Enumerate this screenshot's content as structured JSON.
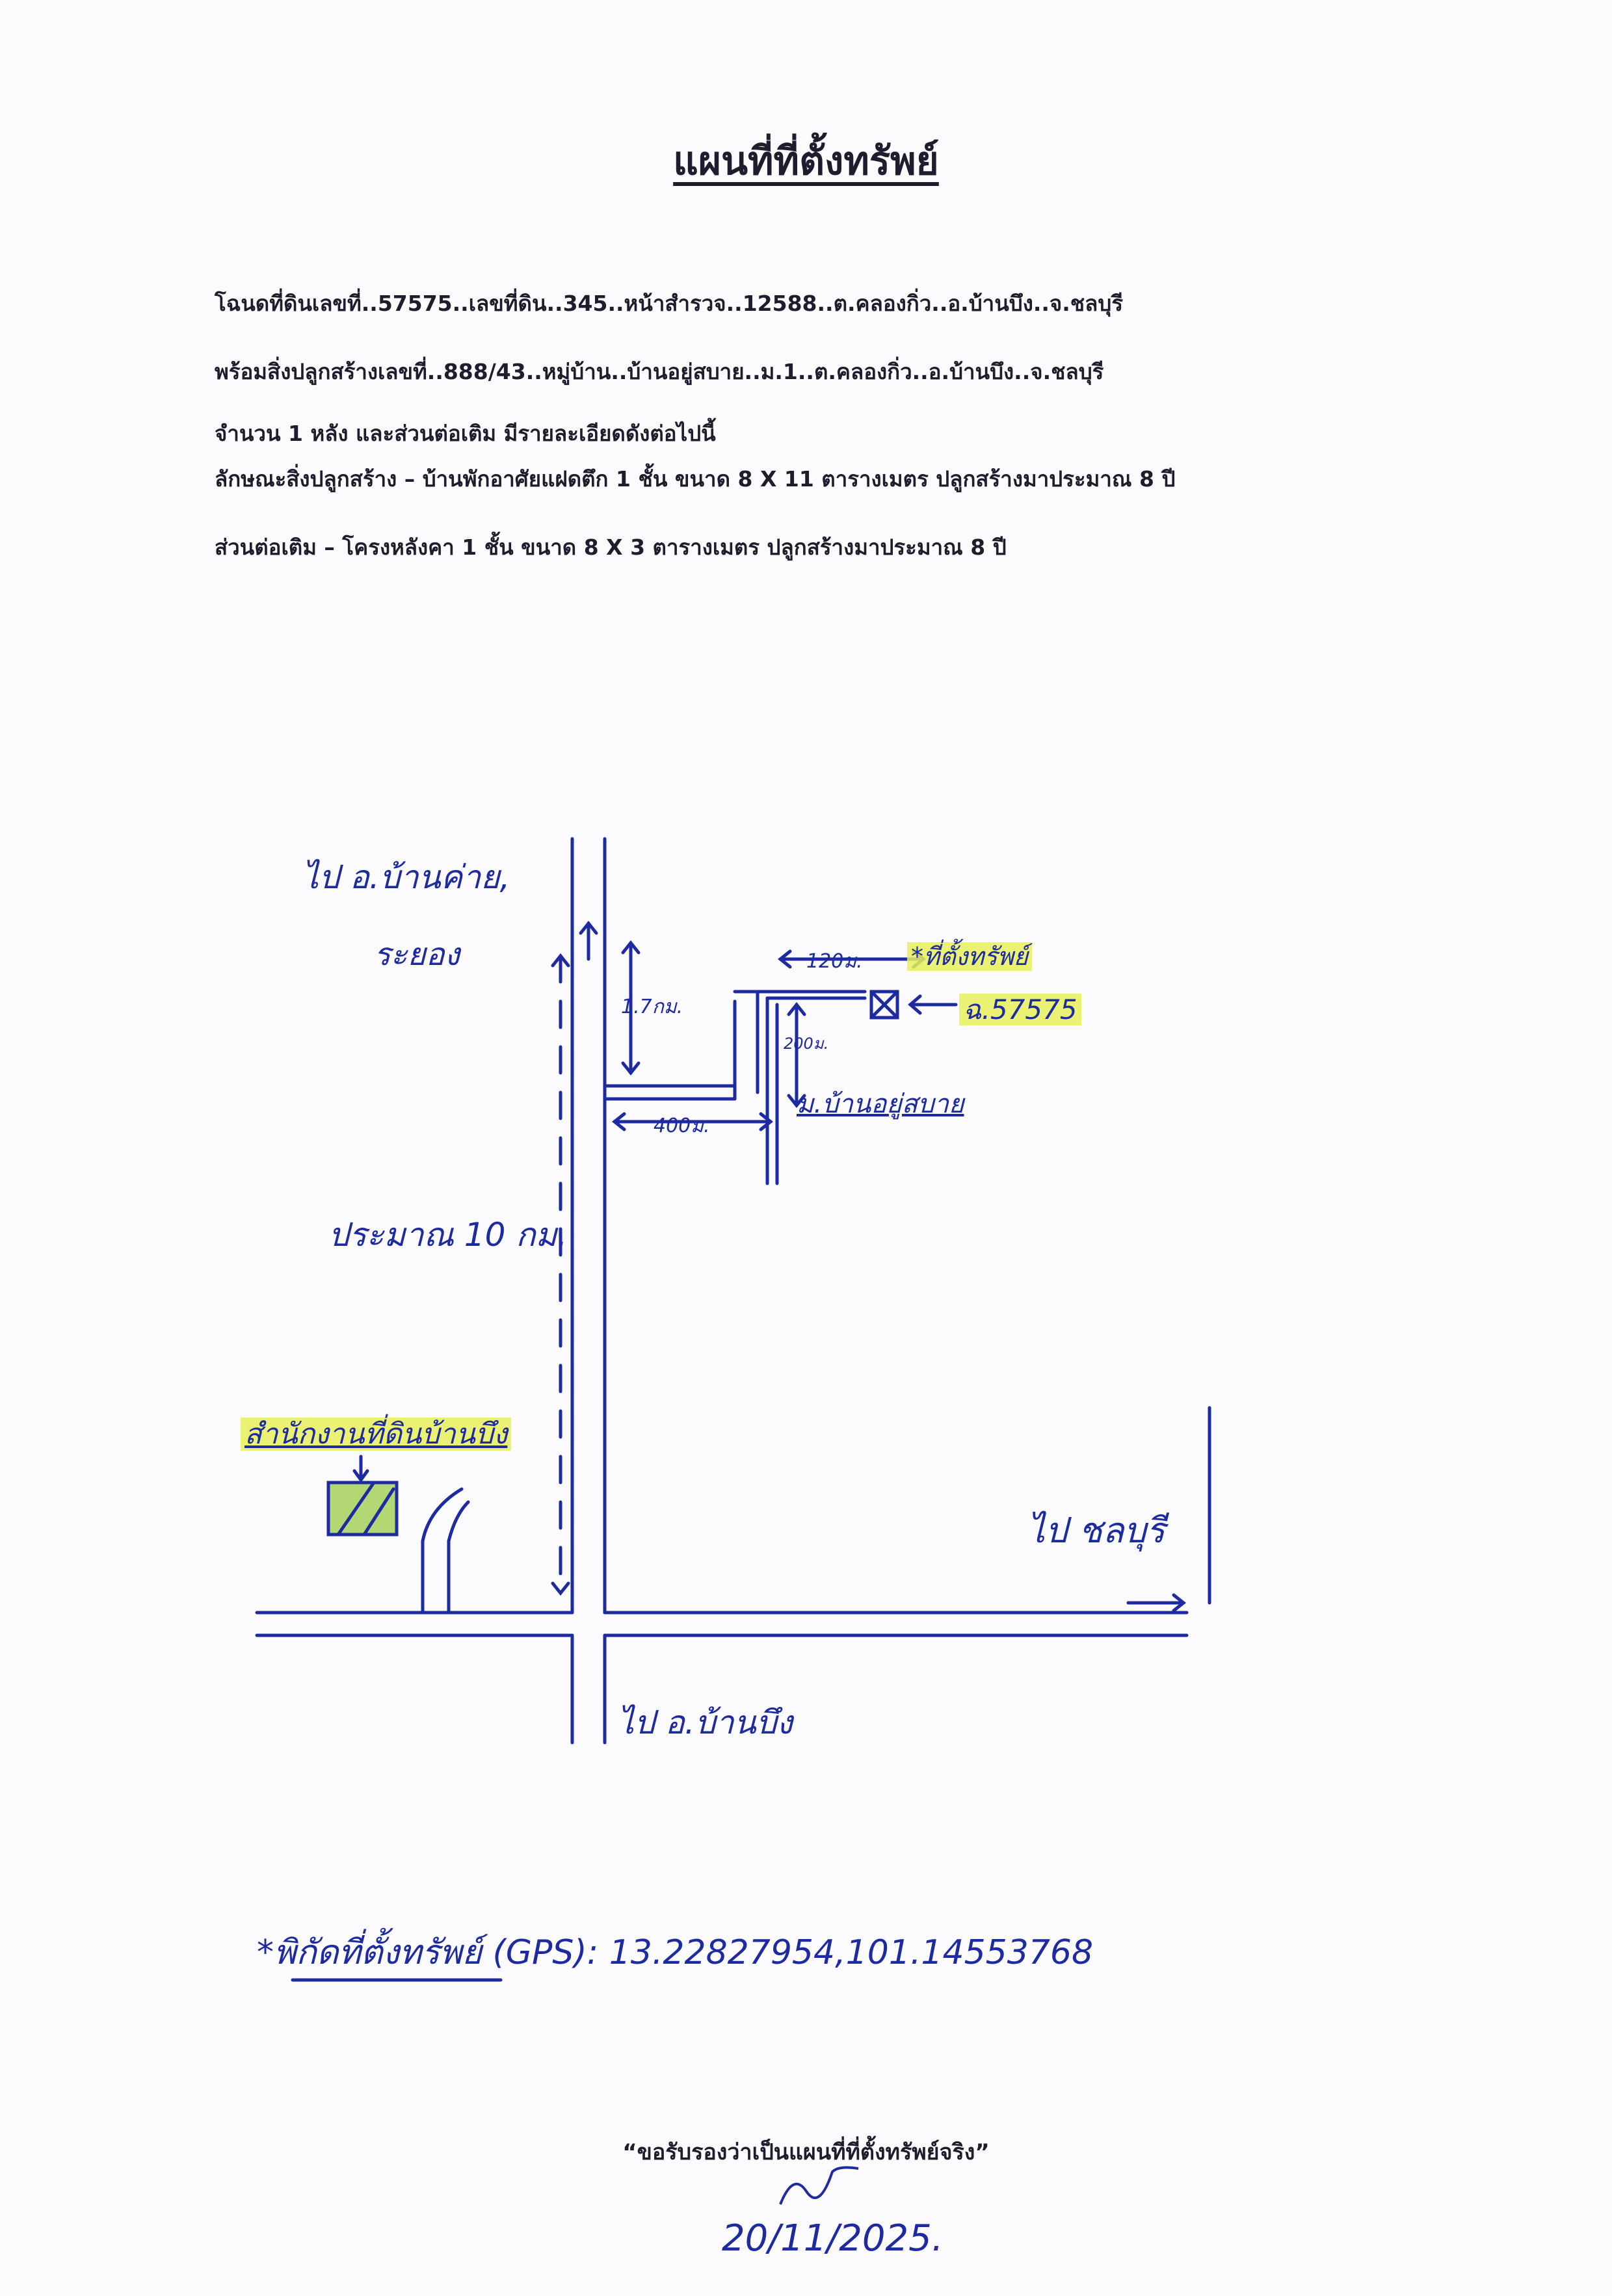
{
  "document": {
    "title": "แผนที่ที่ตั้งทรัพย์",
    "lines": [
      "โฉนดที่ดินเลขที่..57575..เลขที่ดิน..345..หน้าสำรวจ..12588..ต.คลองกิ่ว..อ.บ้านบึง..จ.ชลบุรี",
      "พร้อมสิ่งปลูกสร้างเลขที่..888/43..หมู่บ้าน..บ้านอยู่สบาย..ม.1..ต.คลองกิ่ว..อ.บ้านบึง..จ.ชลบุรี",
      "จำนวน  1  หลัง  และส่วนต่อเติม  มีรายละเอียดดังต่อไปนี้",
      "ลักษณะสิ่งปลูกสร้าง – บ้านพักอาศัยแฝดตึก  1 ชั้น  ขนาด  8 X 11  ตารางเมตร  ปลูกสร้างมาประมาณ  8  ปี",
      "ส่วนต่อเติม – โครงหลังคา 1 ชั้น  ขนาด  8 X 3  ตารางเมตร  ปลูกสร้างมาประมาณ  8  ปี"
    ],
    "certify": "“ขอรับรองว่าเป็นแผนที่ที่ตั้งทรัพย์จริง”",
    "date": "20/11/2025."
  },
  "map": {
    "to_ban_khai": "ไป อ.บ้านค่าย,",
    "to_rayong": "ระยอง",
    "dist_1_7km": "1.7กม.",
    "dist_120m": "120ม.",
    "property_label": "*ที่ตั้งทรัพย์",
    "deed_label": "ฉ.57575",
    "dist_200m": "200ม.",
    "village": "ม.บ้านอยู่สบาย",
    "dist_400m": "400ม.",
    "approx_10km": "ประมาณ 10 กม.",
    "land_office": "สำนักงานที่ดินบ้านบึง",
    "to_chonburi": "ไป ชลบุรี",
    "to_ban_bueng": "ไป อ.บ้านบึง",
    "gps_text": "*พิกัดที่ตั้งทรัพย์ (GPS): 13.22827954,101.14553768",
    "highlight_color": "#e8f05a",
    "ink_color": "#1e2aa0"
  }
}
